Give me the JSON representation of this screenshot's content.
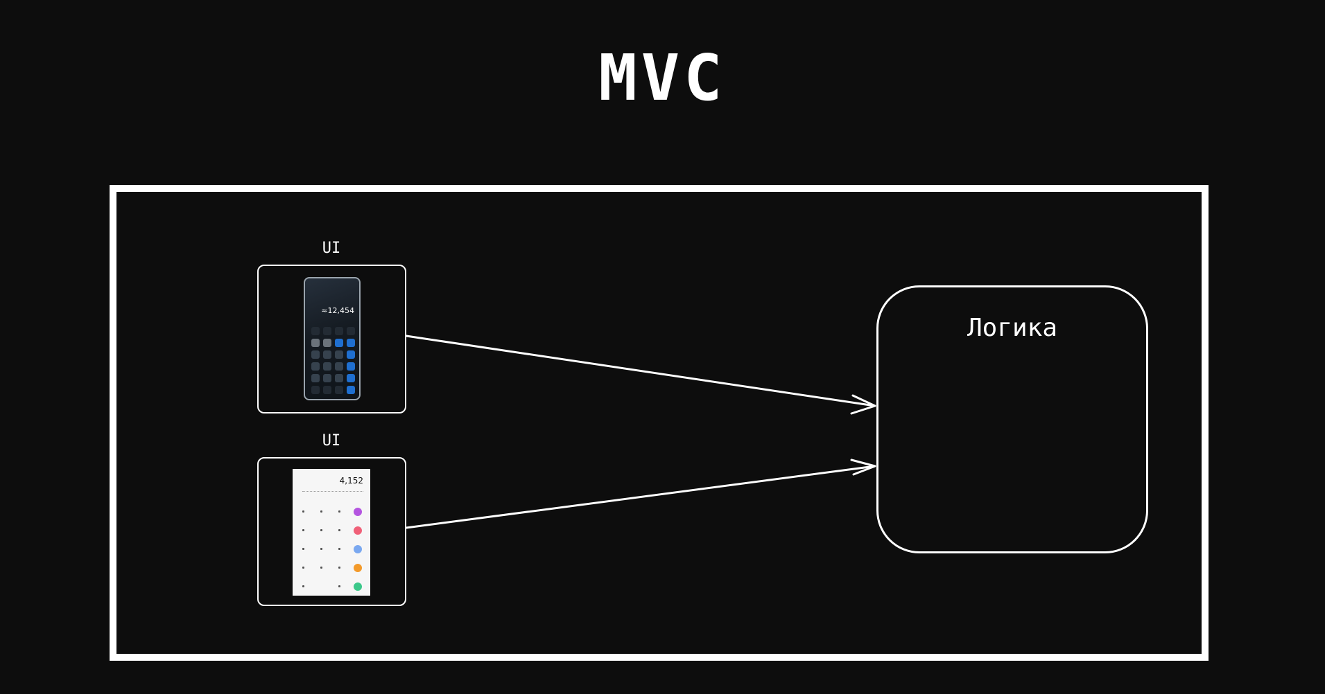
{
  "title": "MVC",
  "ui_top": {
    "label": "UI",
    "display_value": "≈12,454"
  },
  "ui_bottom": {
    "label": "UI",
    "display_value": "4,152"
  },
  "logic": {
    "label": "Логика"
  },
  "colors": {
    "background": "#0d0d0d",
    "stroke": "#ffffff",
    "accent_blue": "#1f6fd0",
    "key_purple": "#b455e0",
    "key_red": "#f06078",
    "key_lightblue": "#7aa8f0",
    "key_orange": "#f39a2a",
    "key_green": "#3cc88a"
  }
}
